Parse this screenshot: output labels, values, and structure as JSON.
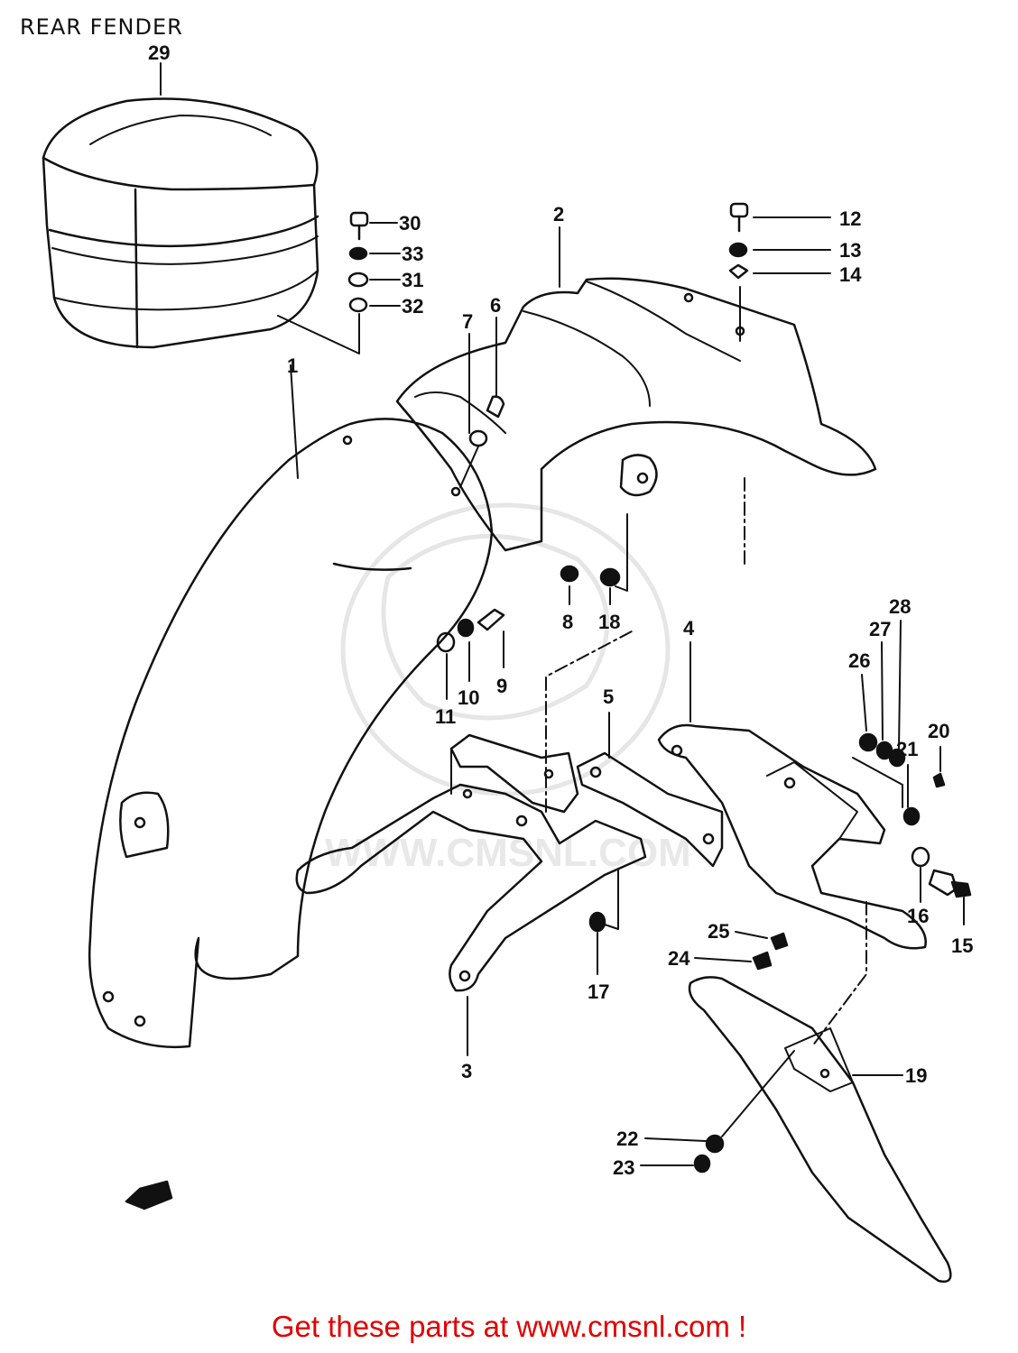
{
  "title": "REAR FENDER",
  "watermark": "WWW.CMSNL.COM",
  "footer": {
    "text": "Get these parts at www.cmsnl.com !",
    "color": "#e00000"
  },
  "part_labels": [
    {
      "id": "1",
      "label": "1"
    },
    {
      "id": "2",
      "label": "2"
    },
    {
      "id": "3",
      "label": "3"
    },
    {
      "id": "4",
      "label": "4"
    },
    {
      "id": "5",
      "label": "5"
    },
    {
      "id": "6",
      "label": "6"
    },
    {
      "id": "7",
      "label": "7"
    },
    {
      "id": "8",
      "label": "8"
    },
    {
      "id": "9",
      "label": "9"
    },
    {
      "id": "10",
      "label": "10"
    },
    {
      "id": "11",
      "label": "11"
    },
    {
      "id": "12",
      "label": "12"
    },
    {
      "id": "13",
      "label": "13"
    },
    {
      "id": "14",
      "label": "14"
    },
    {
      "id": "15",
      "label": "15"
    },
    {
      "id": "16",
      "label": "16"
    },
    {
      "id": "17",
      "label": "17"
    },
    {
      "id": "18",
      "label": "18"
    },
    {
      "id": "19",
      "label": "19"
    },
    {
      "id": "20",
      "label": "20"
    },
    {
      "id": "21",
      "label": "21"
    },
    {
      "id": "22",
      "label": "22"
    },
    {
      "id": "23",
      "label": "23"
    },
    {
      "id": "24",
      "label": "24"
    },
    {
      "id": "25",
      "label": "25"
    },
    {
      "id": "26",
      "label": "26"
    },
    {
      "id": "27",
      "label": "27"
    },
    {
      "id": "28",
      "label": "28"
    },
    {
      "id": "29",
      "label": "29"
    },
    {
      "id": "30",
      "label": "30"
    },
    {
      "id": "31",
      "label": "31"
    },
    {
      "id": "32",
      "label": "32"
    },
    {
      "id": "33",
      "label": "33"
    }
  ]
}
